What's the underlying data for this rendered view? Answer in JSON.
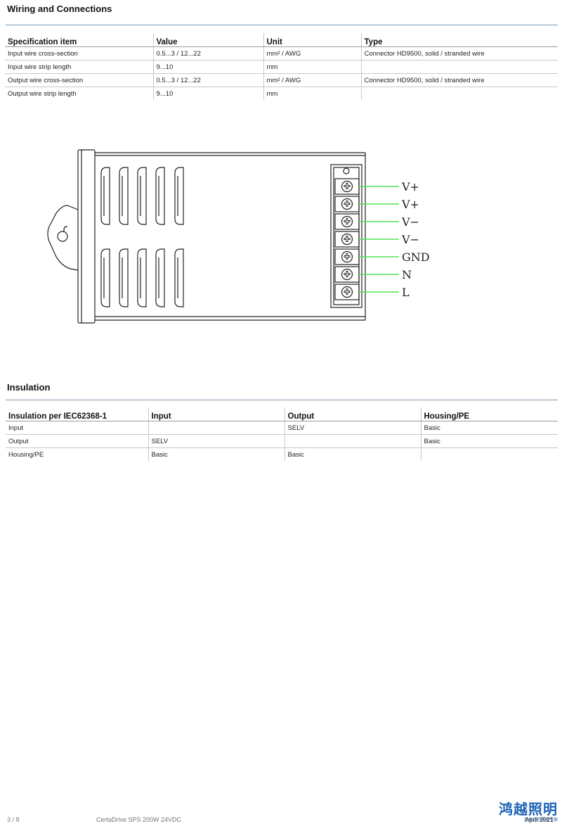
{
  "wiring": {
    "title": "Wiring and Connections",
    "headers": [
      "Specification item",
      "Value",
      "Unit",
      "Type"
    ],
    "rows": [
      [
        "Input wire cross-section",
        "0.5...3 / 12...22",
        "mm² / AWG",
        "Connector HD9500, solid / stranded wire"
      ],
      [
        "Input wire strip length",
        "9...10",
        "mm",
        ""
      ],
      [
        "Output wire cross-section",
        "0.5...3 / 12...22",
        "mm² / AWG",
        "Connector HD9500, solid / stranded wire"
      ],
      [
        "Output wire strip length",
        "9...10",
        "mm",
        ""
      ]
    ]
  },
  "diagram": {
    "terminals": [
      "V+",
      "V+",
      "V−",
      "V−",
      "GND",
      "N",
      "L"
    ],
    "wire_color": "#55e055"
  },
  "insulation": {
    "title": "Insulation",
    "headers": [
      "Insulation per IEC62368-1",
      "Input",
      "Output",
      "Housing/PE"
    ],
    "rows": [
      [
        "Input",
        "",
        "SELV",
        "Basic"
      ],
      [
        "Output",
        "SELV",
        "",
        "Basic"
      ],
      [
        "Housing/PE",
        "Basic",
        "Basic",
        ""
      ]
    ]
  },
  "footer": {
    "page": "3 / 8",
    "product": "CertaDrive SPS 200W 24VDC",
    "date": "April 2021",
    "logo_text": "鸿越照明",
    "logo_subtext": "您身边的照明专家"
  },
  "colors": {
    "rule": "#7a98b3",
    "logo": "#1c63b4"
  }
}
